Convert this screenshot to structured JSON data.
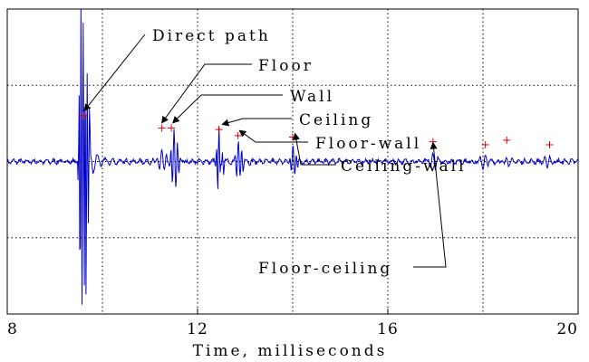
{
  "chart_data": {
    "type": "line",
    "xlabel": "Time, milliseconds",
    "ylabel": "",
    "xlim": [
      8,
      20
    ],
    "ylim": [
      -1,
      1
    ],
    "x_ticks": [
      8,
      12,
      16,
      20
    ],
    "x_gridlines": [
      10,
      12,
      14,
      16,
      18,
      20
    ],
    "y_gridlines": [
      0.5,
      0,
      -0.5
    ],
    "grid": "dotted",
    "series": [
      {
        "name": "",
        "color": "#0000cc",
        "kind": "impulse-response waveform"
      },
      {
        "name": "",
        "color": "#e00000",
        "marker": "+",
        "points": [
          [
            9.6,
            0.3
          ],
          [
            11.25,
            0.22
          ],
          [
            11.45,
            0.22
          ],
          [
            12.45,
            0.21
          ],
          [
            12.85,
            0.17
          ],
          [
            14.0,
            0.16
          ],
          [
            16.95,
            0.13
          ],
          [
            18.05,
            0.11
          ],
          [
            18.5,
            0.14
          ],
          [
            19.4,
            0.11
          ]
        ]
      }
    ],
    "annotations": [
      {
        "text": "Direct path",
        "target": [
          9.62,
          0.31
        ]
      },
      {
        "text": "Floor",
        "target": [
          11.25,
          0.23
        ]
      },
      {
        "text": "Wall",
        "target": [
          11.48,
          0.23
        ]
      },
      {
        "text": "Ceiling",
        "target": [
          12.52,
          0.22
        ]
      },
      {
        "text": "Floor-wall",
        "target": [
          12.88,
          0.18
        ]
      },
      {
        "text": "Ceiling-wall",
        "target": [
          14.05,
          0.16
        ]
      },
      {
        "text": "Floor-ceiling",
        "target": [
          16.95,
          0.1
        ]
      }
    ]
  }
}
